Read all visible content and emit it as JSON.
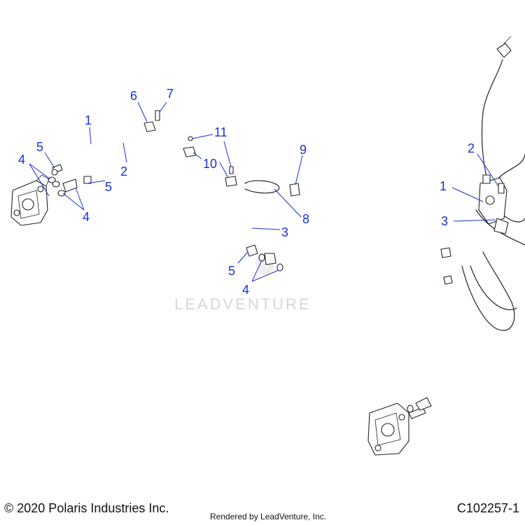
{
  "watermark": "LEADVENTURE",
  "footer": {
    "copyright": "© 2020 Polaris Industries Inc.",
    "rendered_by": "Rendered by LeadVenture, Inc.",
    "diagram_code": "C102257-1"
  },
  "callouts": {
    "c1a": "1",
    "c1b": "1",
    "c2a": "2",
    "c2b": "2",
    "c3a": "3",
    "c3b": "3",
    "c4a": "4",
    "c4b": "4",
    "c4c": "4",
    "c5a": "5",
    "c5b": "5",
    "c5c": "5",
    "c6": "6",
    "c7": "7",
    "c8": "8",
    "c9": "9",
    "c10": "10",
    "c11": "11"
  },
  "colors": {
    "callout": "#1a2fd6",
    "line_art": "#222222",
    "watermark": "#d6d6d6"
  }
}
